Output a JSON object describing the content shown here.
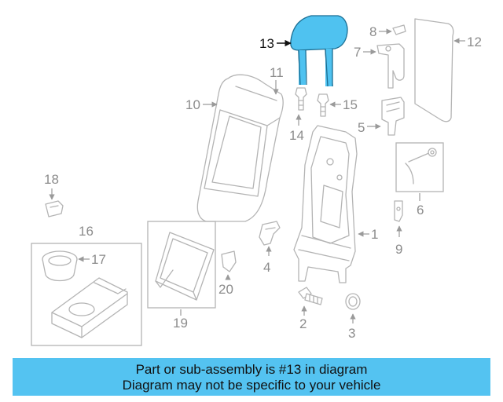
{
  "diagram": {
    "highlight_color": "#4fc2f0",
    "callouts": {
      "c1": "1",
      "c2": "2",
      "c3": "3",
      "c4": "4",
      "c5": "5",
      "c6": "6",
      "c7": "7",
      "c8": "8",
      "c9": "9",
      "c10": "10",
      "c11": "11",
      "c12": "12",
      "c13": "13",
      "c14": "14",
      "c15": "15",
      "c16": "16",
      "c17": "17",
      "c18": "18",
      "c19": "19",
      "c20": "20"
    }
  },
  "banner": {
    "line1": "Part or sub-assembly is #13 in diagram",
    "line2": "Diagram may not be specific to your vehicle",
    "color": "#54c3f1"
  }
}
